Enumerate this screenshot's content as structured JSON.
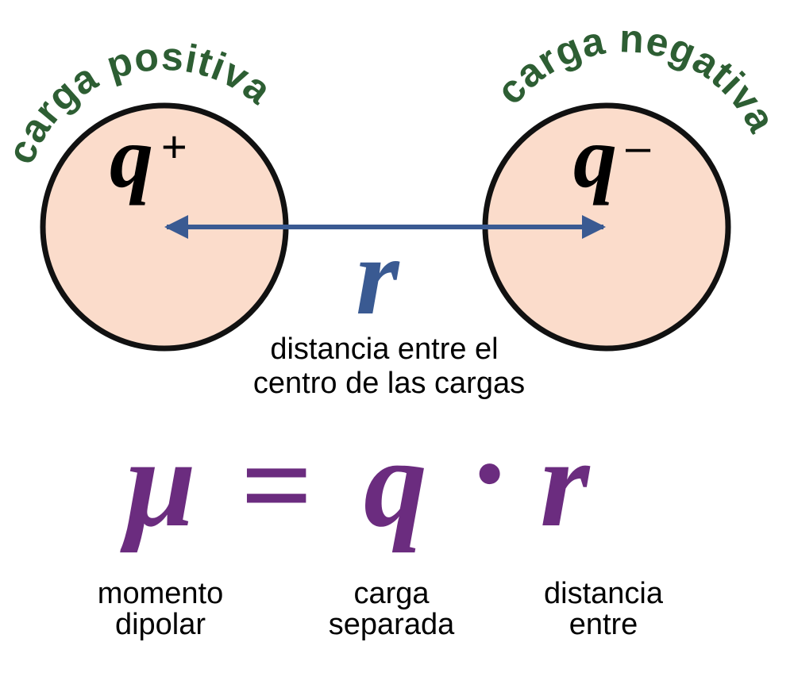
{
  "colors": {
    "sphere_fill": "#fbdccb",
    "sphere_stroke": "#111111",
    "label_green": "#2d5e33",
    "arrow_blue": "#3a5a92",
    "formula_purple": "#6b2c7f",
    "text_black": "#000000"
  },
  "positive": {
    "label": "carga positiva",
    "symbol": "q",
    "sign": "+"
  },
  "negative": {
    "label": "carga negativa",
    "symbol": "q",
    "sign": "–"
  },
  "distance": {
    "symbol": "r",
    "caption_line1": "distancia entre el",
    "caption_line2": "centro de las cargas"
  },
  "formula": {
    "mu": "μ",
    "equals": "=",
    "q": "q",
    "dot": "·",
    "r": "r"
  },
  "legend": {
    "mu_line1": "momento",
    "mu_line2": "dipolar",
    "q_line1": "carga",
    "q_line2": "separada",
    "r_line1": "distancia",
    "r_line2": "entre"
  }
}
